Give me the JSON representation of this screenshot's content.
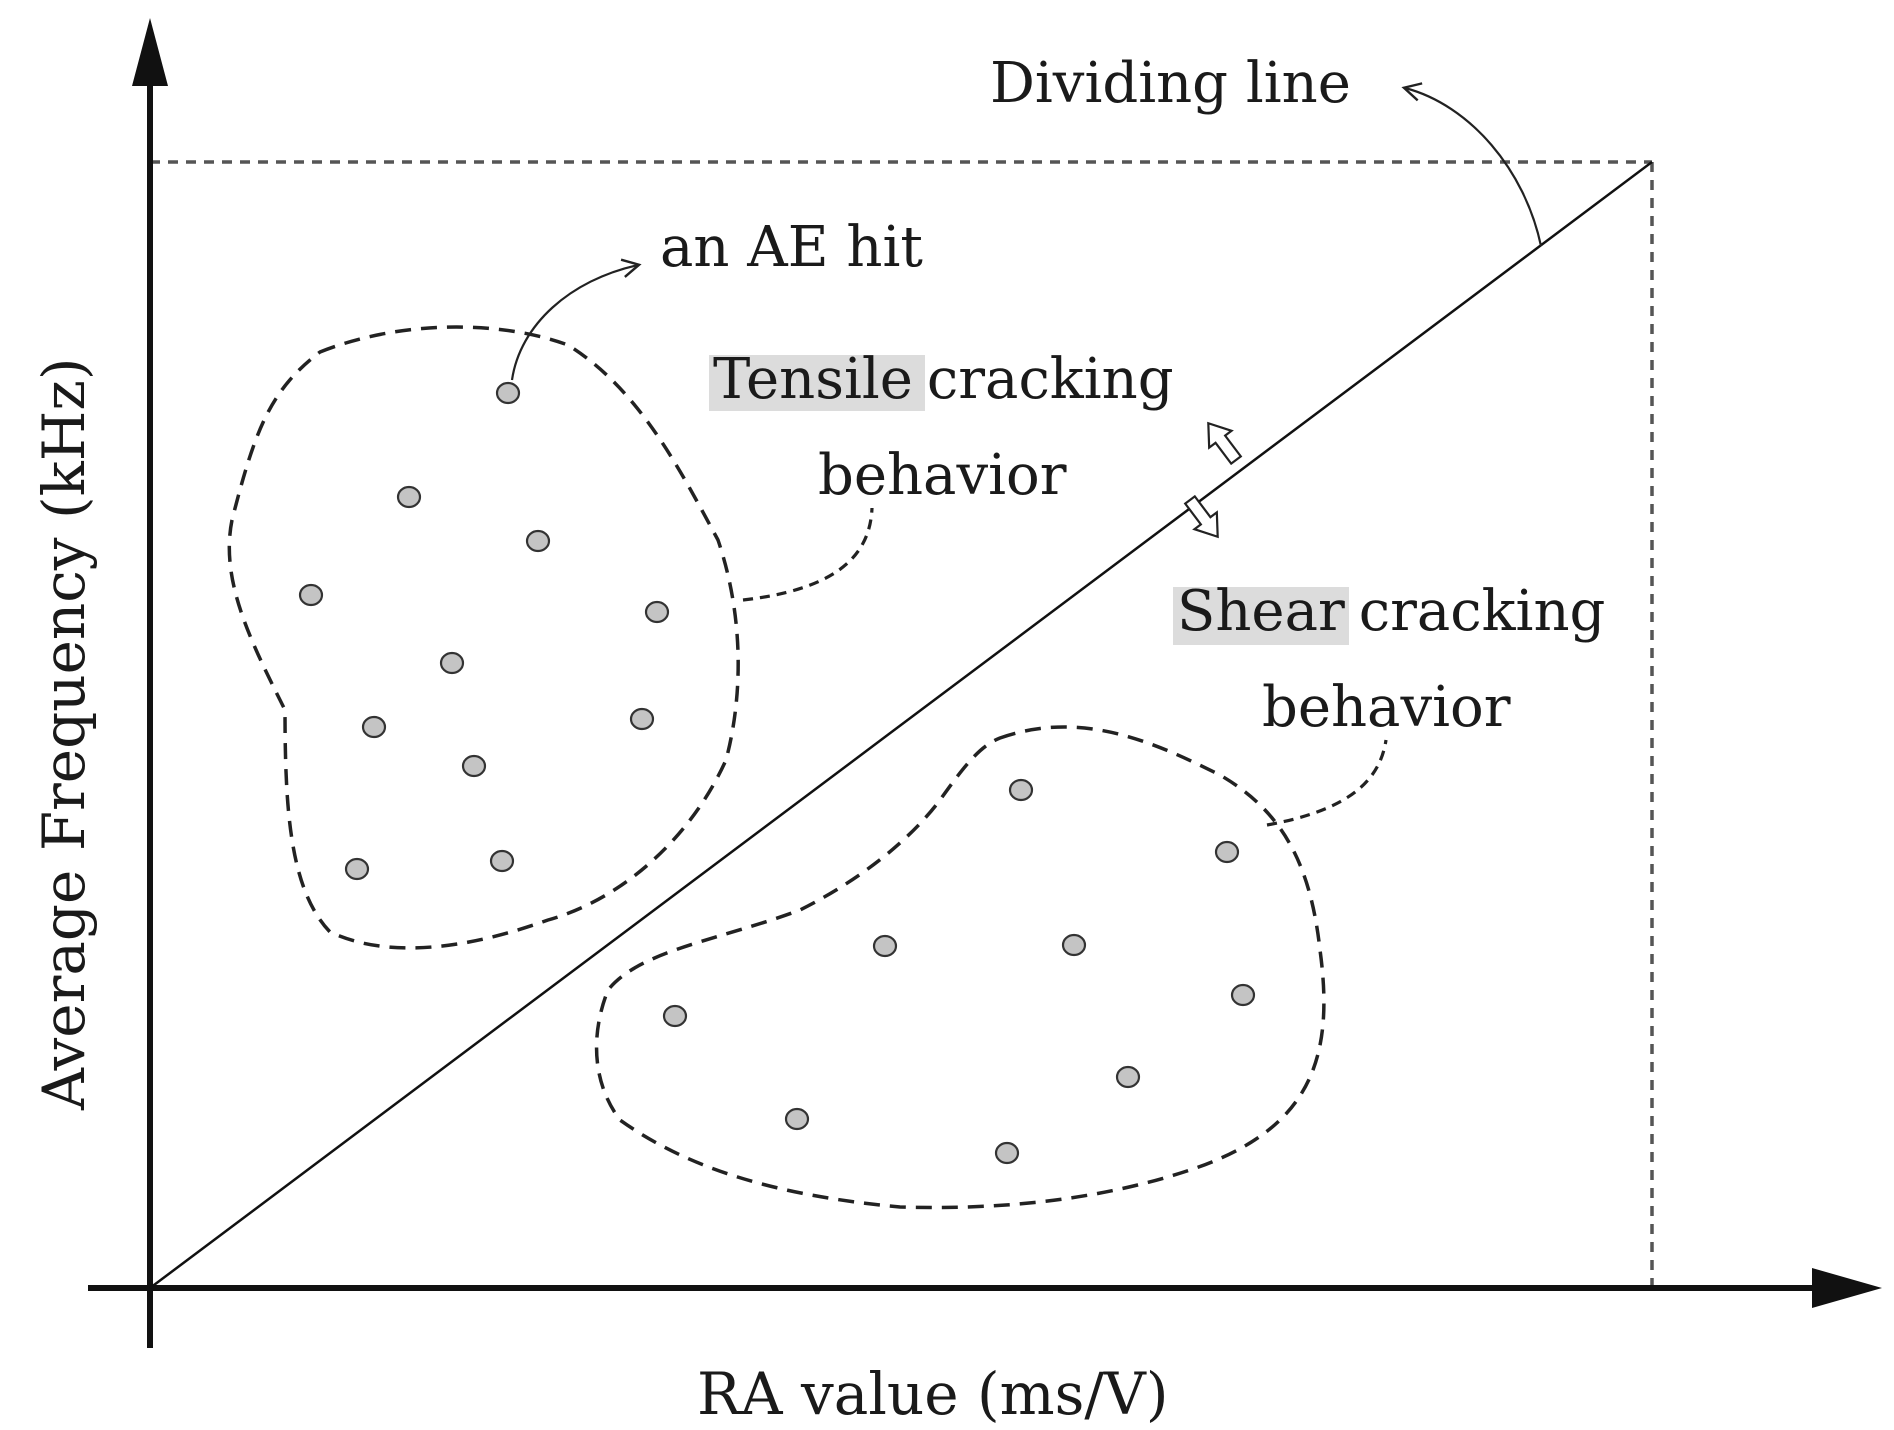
{
  "diagram": {
    "x_axis_label": "RA value (ms/V)",
    "y_axis_label": "Average Frequency (kHz)",
    "dividing_line_label": "Dividing line",
    "ae_hit_label": "an AE hit",
    "tensile": {
      "highlight": "Tensile",
      "rest": "cracking",
      "line2": "behavior"
    },
    "shear": {
      "highlight": "Shear",
      "rest": "cracking",
      "line2": "behavior"
    },
    "colors": {
      "hit_fill": "#c4c4c4",
      "highlight_box": "#dcdcdc",
      "ink": "#111111",
      "guide": "#555555"
    }
  }
}
